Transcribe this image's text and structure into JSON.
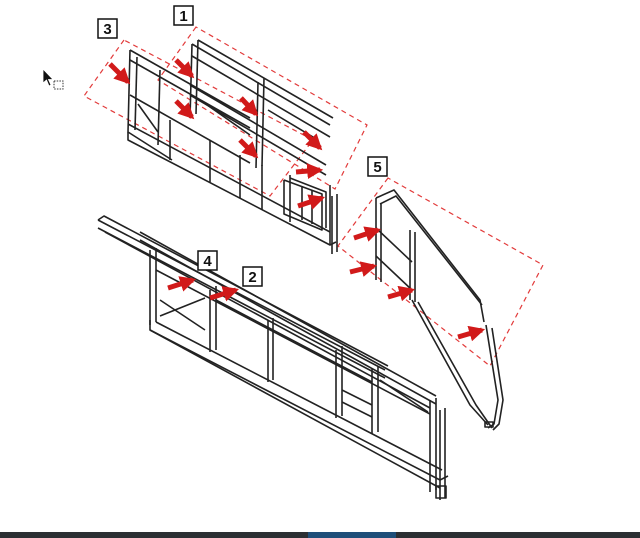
{
  "callouts": [
    {
      "id": "callout-1",
      "label": "1"
    },
    {
      "id": "callout-2",
      "label": "2"
    },
    {
      "id": "callout-3",
      "label": "3"
    },
    {
      "id": "callout-4",
      "label": "4"
    },
    {
      "id": "callout-5",
      "label": "5"
    }
  ],
  "colors": {
    "arrow": "#d11a1a",
    "dashed_outline": "#e23b3b",
    "line_art": "#222222",
    "taskbar": "#2b2f33"
  },
  "icons": {
    "cursor": "mouse-pointer-with-selection-box-icon"
  }
}
